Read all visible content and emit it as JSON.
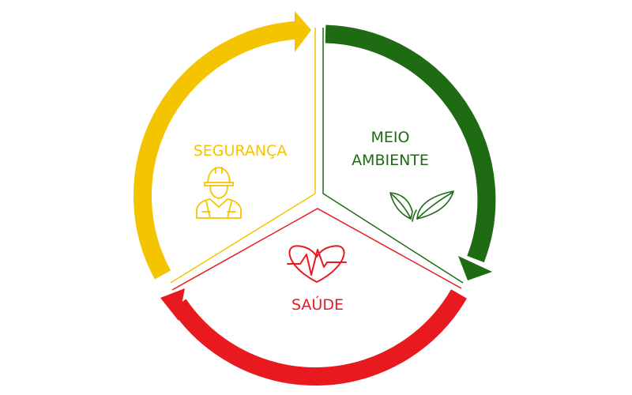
{
  "colors": {
    "seguranca": "#f5c400",
    "meio_ambiente": "#1e6b14",
    "saude": "#e8191f"
  },
  "segments": {
    "seguranca": {
      "label": "SEGURANÇA",
      "icon": "construction-worker-icon"
    },
    "meio_ambiente": {
      "line1": "MEIO",
      "line2": "AMBIENTE",
      "icon": "leaves-icon"
    },
    "saude": {
      "label": "SAÚDE",
      "icon": "heartbeat-icon"
    }
  }
}
